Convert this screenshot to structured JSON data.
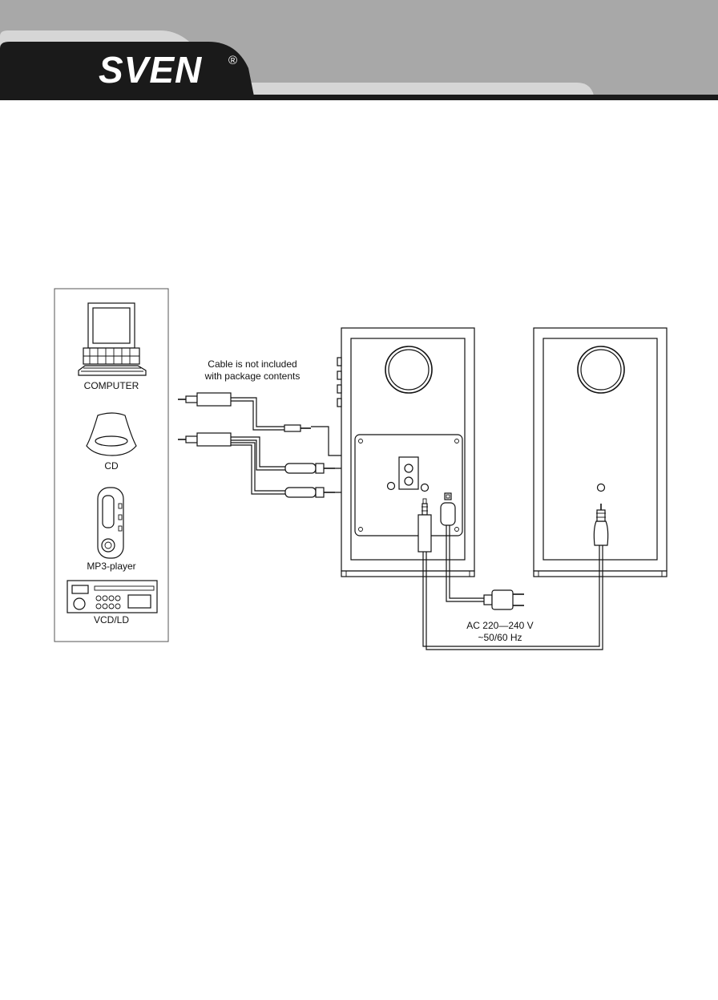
{
  "brand": {
    "logo_text": "SVEN",
    "registered_mark": "®"
  },
  "sources": {
    "items": [
      {
        "label": "COMPUTER"
      },
      {
        "label": "CD"
      },
      {
        "label": "MP3-player"
      },
      {
        "label": "VCD/LD"
      }
    ]
  },
  "notes": {
    "cable_line1": "Cable is not included",
    "cable_line2": "with package contents",
    "power_line1": "AC 220—240 V",
    "power_line2": "~50/60 Hz"
  },
  "colors": {
    "header_dark": "#1a1a1a",
    "header_gray": "#a8a8a8",
    "header_light": "#d6d6d6",
    "line": "#111111"
  }
}
